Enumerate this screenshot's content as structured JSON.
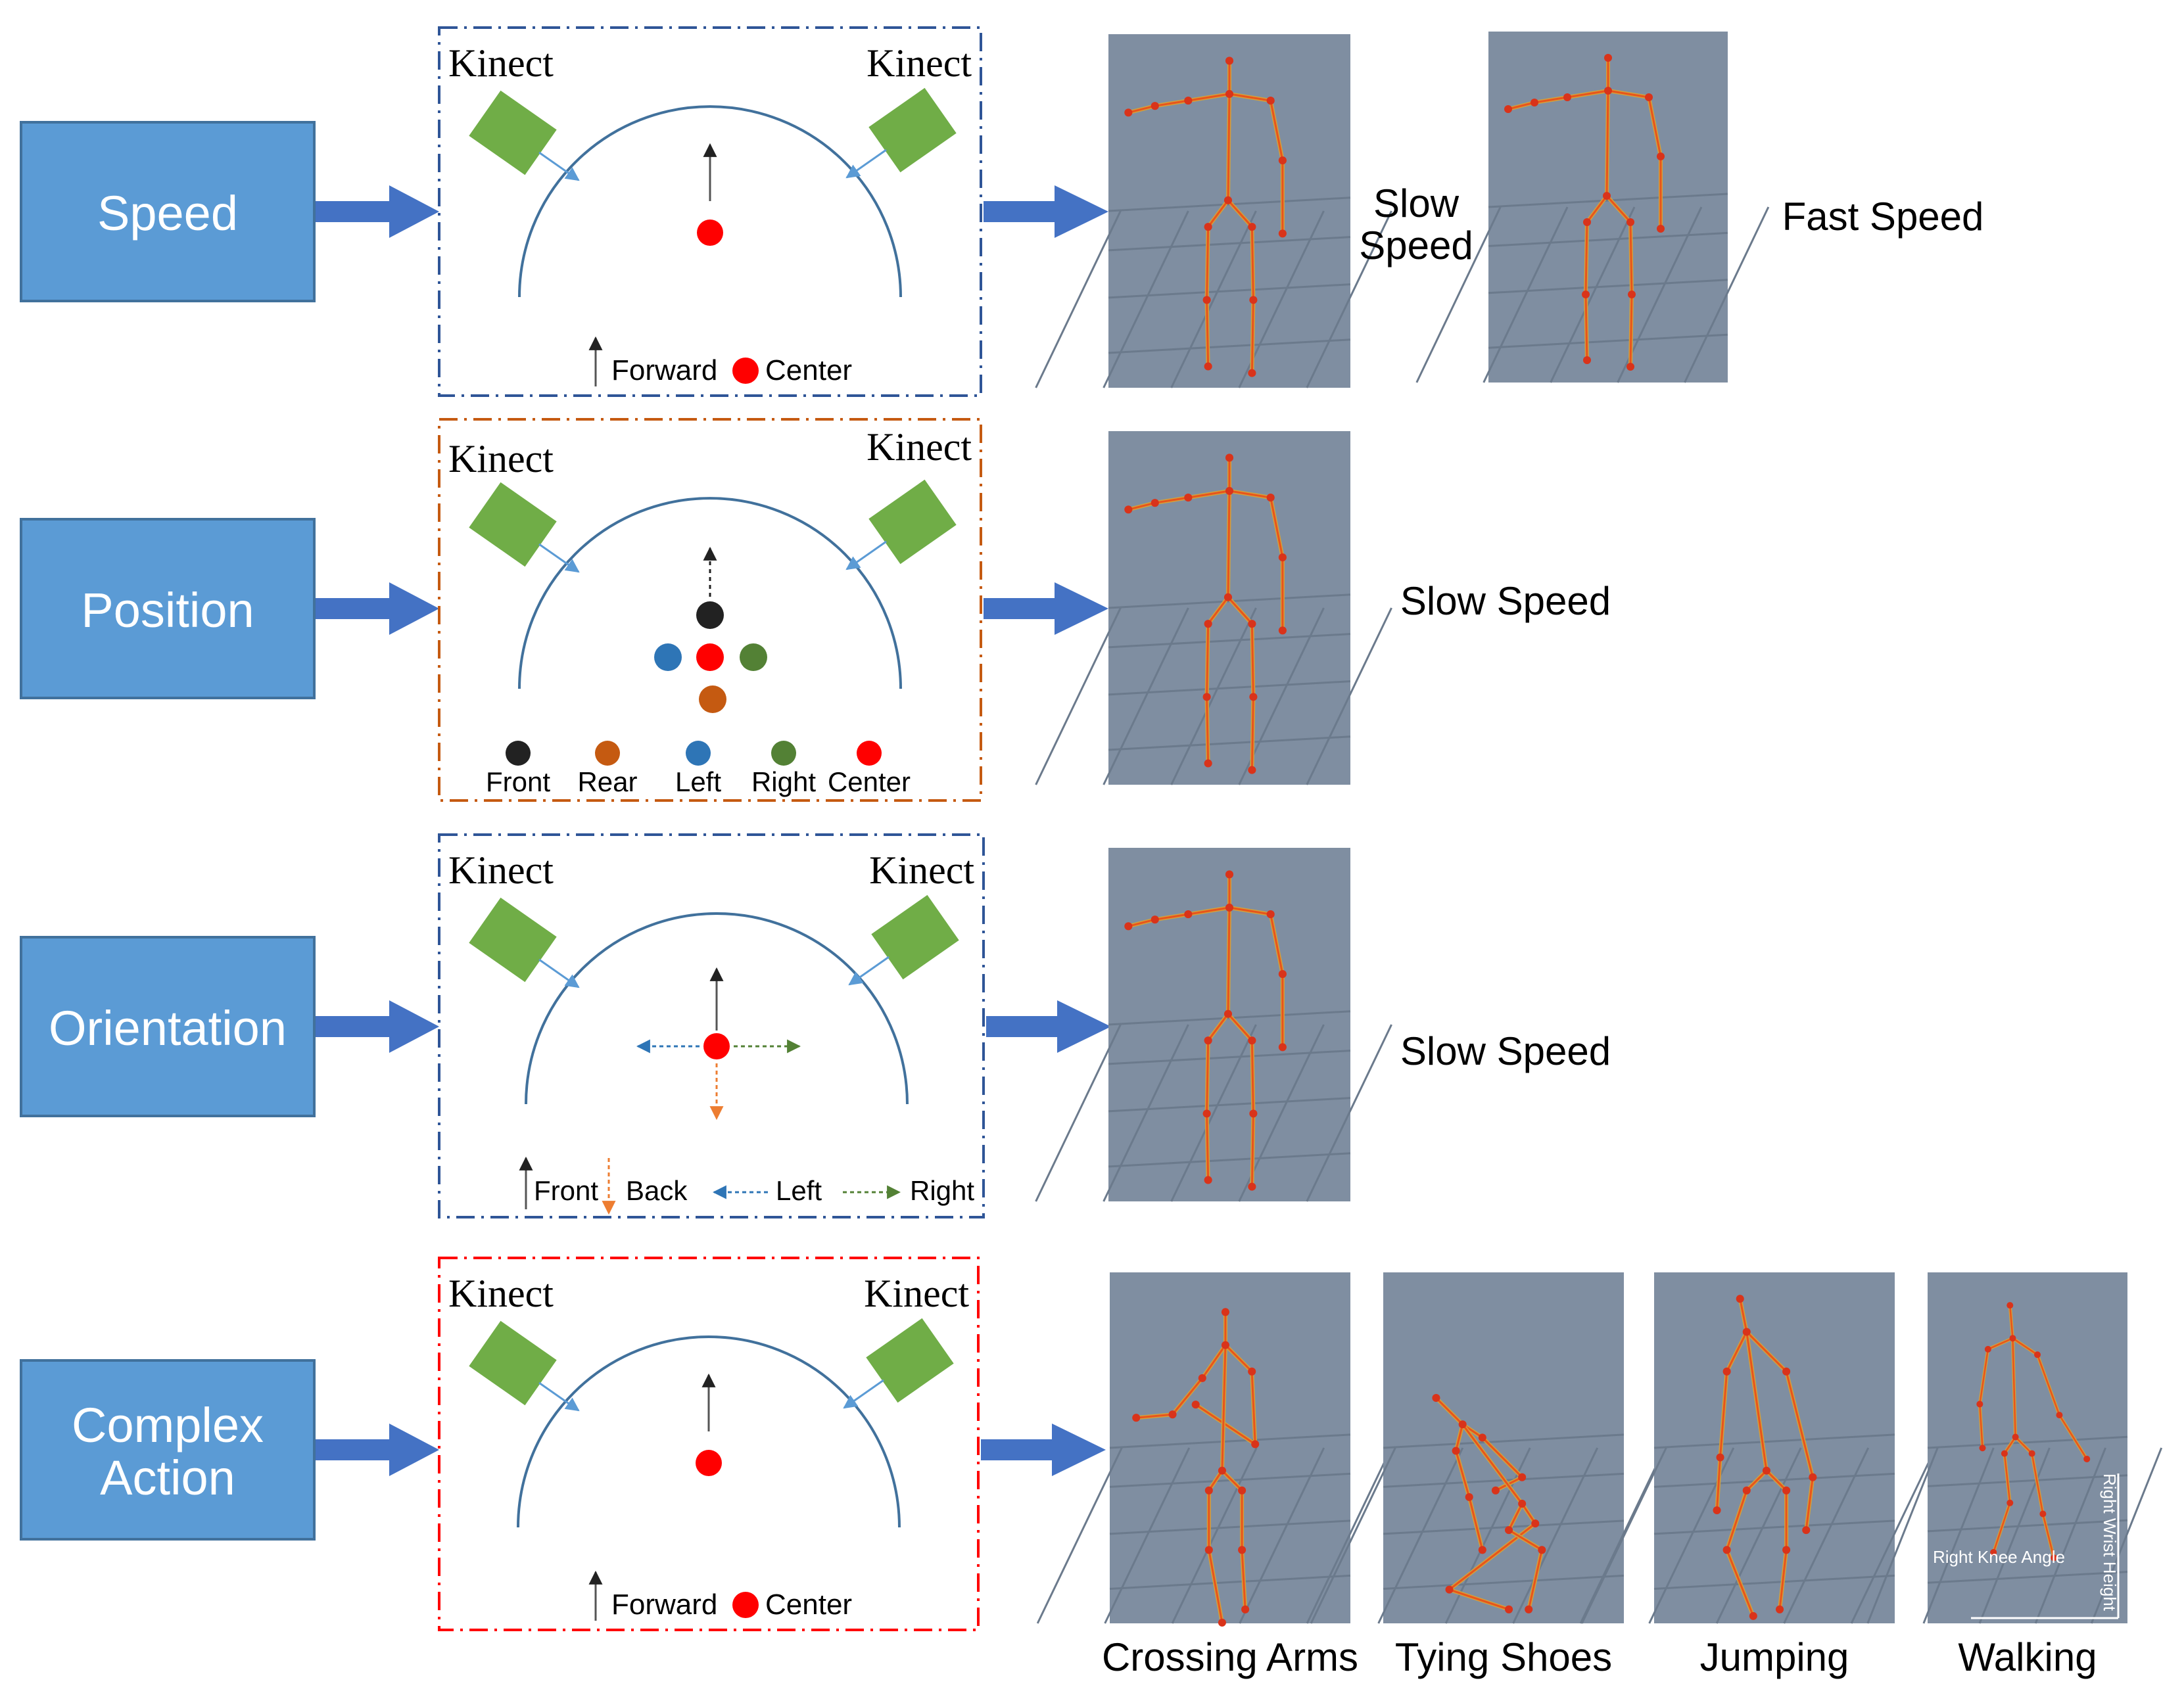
{
  "rows": [
    {
      "id": "speed",
      "label_lines": [
        "Speed"
      ],
      "legend": {
        "type": "forward-center",
        "forward": "Forward",
        "center": "Center"
      },
      "panels": [
        {
          "caption": [
            "Slow",
            "Speed"
          ]
        },
        {
          "caption": [
            "Fast Speed"
          ]
        }
      ]
    },
    {
      "id": "position",
      "label_lines": [
        "Position"
      ],
      "legend": {
        "type": "positions",
        "items": [
          "Front",
          "Rear",
          "Left",
          "Right",
          "Center"
        ]
      },
      "panels": [
        {
          "caption": [
            "Slow Speed"
          ]
        }
      ]
    },
    {
      "id": "orientation",
      "label_lines": [
        "Orientation"
      ],
      "legend": {
        "type": "orientations",
        "items": [
          "Front",
          "Back",
          "Left",
          "Right"
        ]
      },
      "panels": [
        {
          "caption": [
            "Slow Speed"
          ]
        }
      ]
    },
    {
      "id": "complex-action",
      "label_lines": [
        "Complex",
        "Action"
      ],
      "legend": {
        "type": "forward-center",
        "forward": "Forward",
        "center": "Center"
      },
      "panels": [
        {
          "caption": [
            "Crossing Arms"
          ]
        },
        {
          "caption": [
            "Tying Shoes"
          ]
        },
        {
          "caption": [
            "Jumping"
          ]
        },
        {
          "caption": [
            "Walking"
          ],
          "annotations": [
            "Right Knee Angle",
            "Right Wrist Height"
          ]
        }
      ]
    }
  ],
  "kinect_label": "Kinect",
  "colors": {
    "box_fill": "#5b9bd5",
    "box_stroke": "#41719c",
    "arrow": "#4472c4",
    "kinect_green": "#70ad47",
    "arc": "#41719c",
    "center_red": "#ff0000",
    "front_black": "#222222",
    "rear_orange": "#c55a11",
    "left_blue": "#2e75b6",
    "right_green": "#538135",
    "panel_bg": "#7f8ea1",
    "skeleton": "#e8541c",
    "frame_speed": "#2f5597",
    "frame_position": "#c55a11",
    "frame_orientation": "#2f5597",
    "frame_complex": "#ff0000"
  }
}
